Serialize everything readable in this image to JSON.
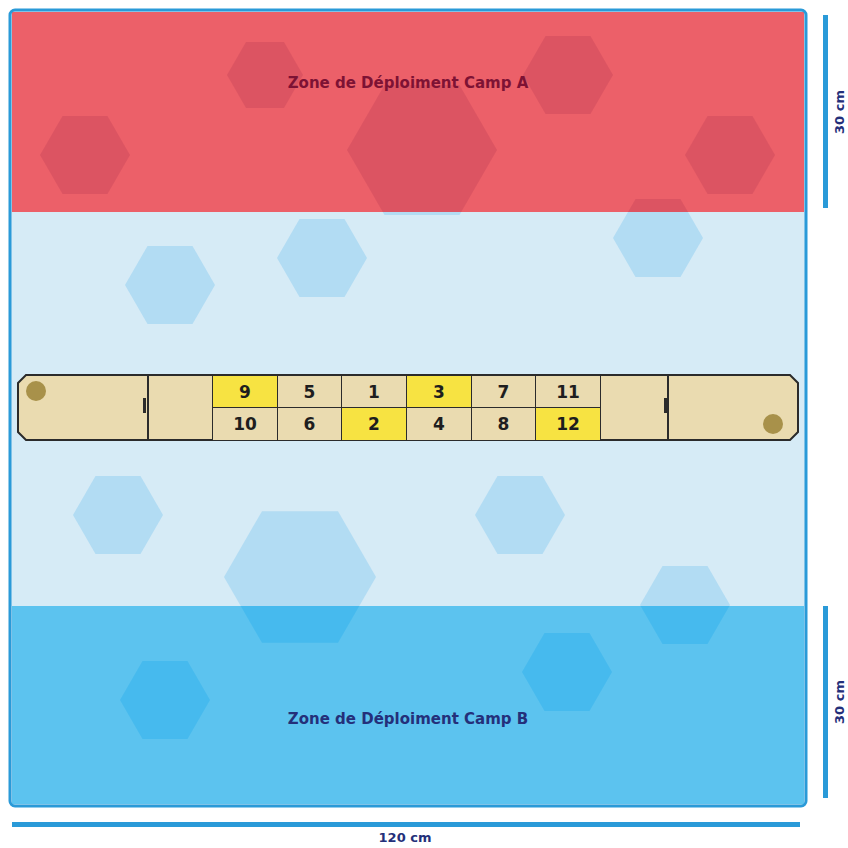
{
  "diagram": {
    "nodes": [
      {
        "text": [
          "Zone de Déploiment Camp A"
        ]
      },
      {
        "text": [
          "9"
        ]
      },
      {
        "text": [
          "5"
        ]
      },
      {
        "text": [
          "1"
        ]
      },
      {
        "text": [
          "3"
        ]
      },
      {
        "text": [
          "7"
        ]
      },
      {
        "text": [
          "11"
        ]
      },
      {
        "text": [
          "10"
        ]
      },
      {
        "text": [
          "6"
        ]
      },
      {
        "text": [
          "2"
        ]
      },
      {
        "text": [
          "4"
        ]
      },
      {
        "text": [
          "8"
        ]
      },
      {
        "text": [
          "12"
        ]
      },
      {
        "text": [
          "Zone de Déploiment Camp B"
        ]
      }
    ],
    "labels": [
      "30 cm",
      "30 cm",
      "120 cm"
    ]
  }
}
